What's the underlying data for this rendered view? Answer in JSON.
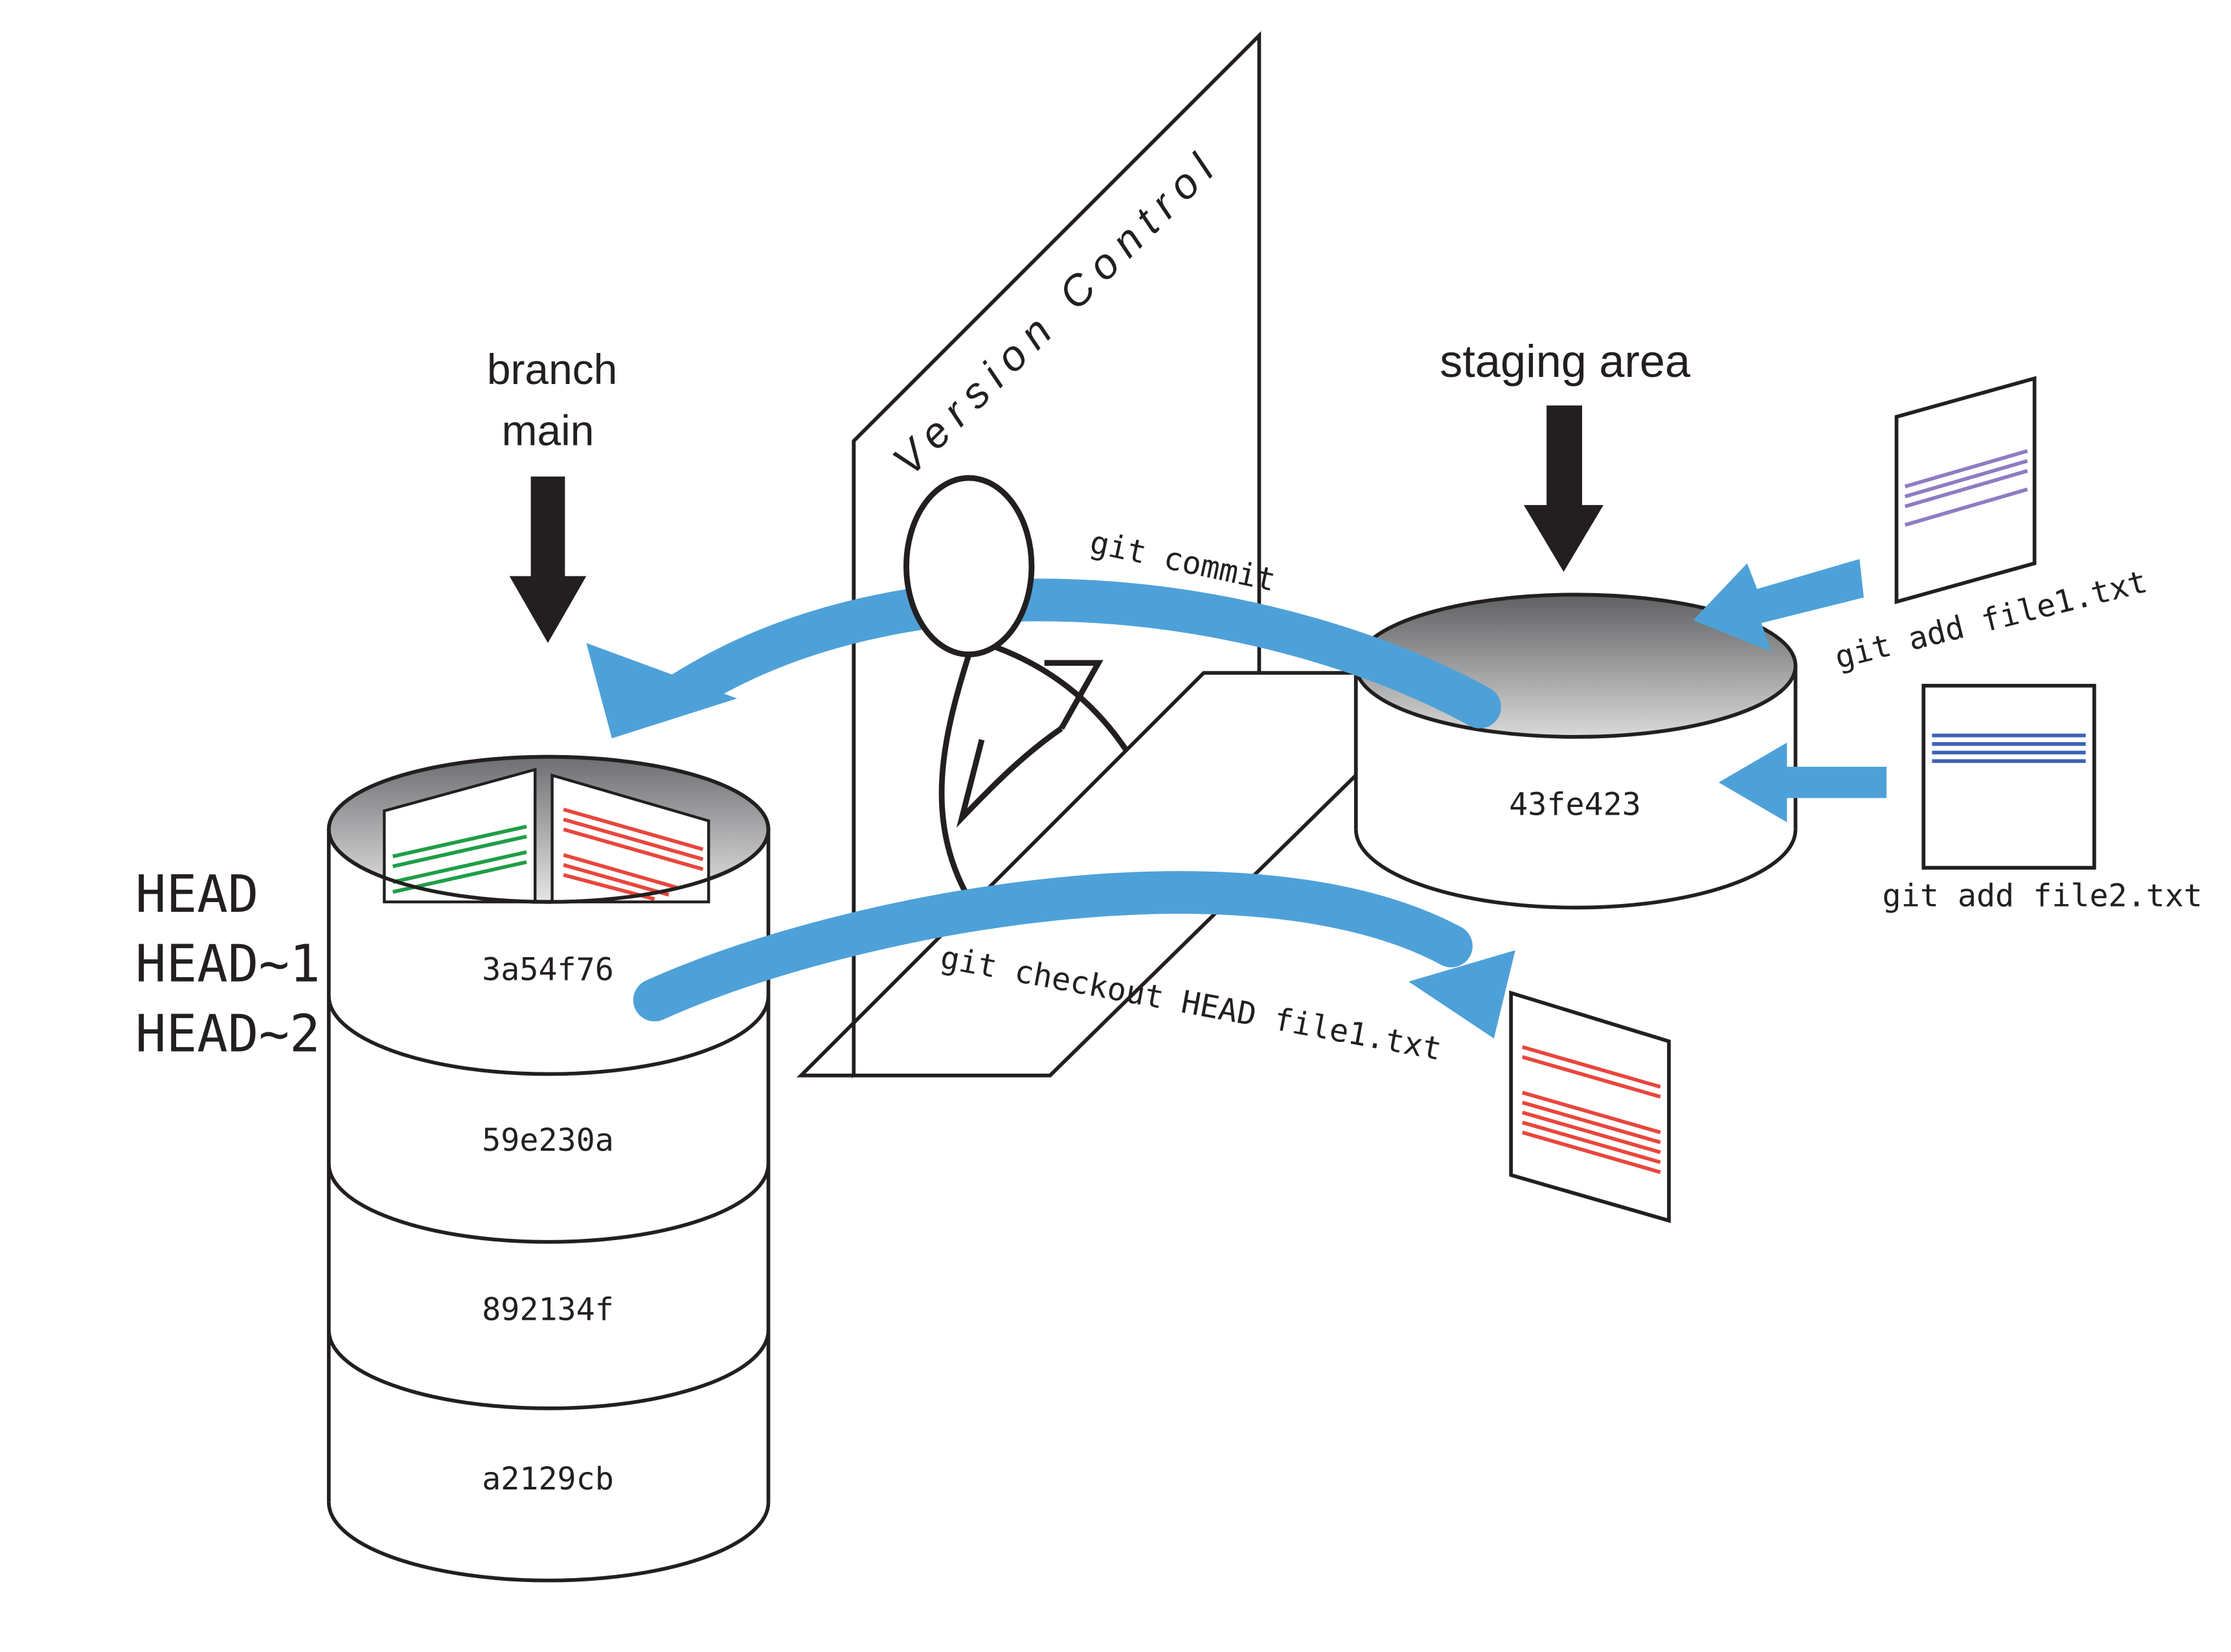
{
  "diagram": {
    "branch_label_line1": "branch",
    "branch_label_line2": "main",
    "staging_label": "staging area",
    "version_control": "Version Control",
    "git_commit": "git commit",
    "git_add_file1": "git add file1.txt",
    "git_add_file2": "git add file2.txt",
    "git_checkout": "git checkout HEAD file1.txt",
    "head_labels": [
      "HEAD",
      "HEAD~1",
      "HEAD~2"
    ],
    "commits": [
      "3a54f76",
      "59e230a",
      "892134f",
      "a2129cb"
    ],
    "staged_commit": "43fe423"
  },
  "colors": {
    "arrow_blue": "#4ea1d8",
    "line_black": "#231f20",
    "red_lines": "#e8463e",
    "green_lines": "#1f9e46",
    "purple_lines": "#8e7cc3",
    "blue_lines": "#3d63b5"
  }
}
